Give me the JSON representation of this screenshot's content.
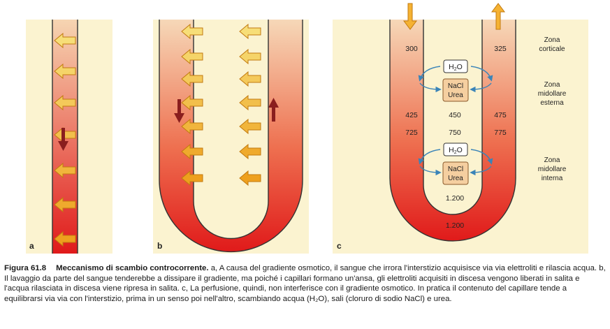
{
  "colors": {
    "panel_bg": "#fbf3d0",
    "vessel_top": "#f6d5b2",
    "vessel_bottom": "#e01a1a",
    "arrow_fill": "#f5b232",
    "arrow_stroke": "#c27a10",
    "flow_arrow": "#8a1e1e",
    "recirc_arrow": "#3a84b8"
  },
  "panels": {
    "a": {
      "label": "a"
    },
    "b": {
      "label": "b"
    },
    "c": {
      "label": "c",
      "zones": [
        {
          "line1": "Zona",
          "line2": "corticale",
          "line3": ""
        },
        {
          "line1": "Zona",
          "line2": "midollare",
          "line3": "esterna"
        },
        {
          "line1": "Zona",
          "line2": "midollare",
          "line3": "interna"
        }
      ],
      "values": {
        "top_left": "300",
        "top_right": "325",
        "mid_left": "425",
        "mid_center": "450",
        "mid_right": "475",
        "low_left": "725",
        "low_center": "750",
        "low_right": "775",
        "loop_inner": "1.200",
        "loop_outer": "1.200"
      },
      "boxes": {
        "water_prefix": "H",
        "water_sub": "2",
        "water_suffix": "O",
        "solute_line1": "NaCl",
        "solute_line2": "Urea"
      }
    }
  },
  "caption": {
    "figure_number": "Figura 61.8",
    "title": "Meccanismo di scambio controcorrente.",
    "text": " a, A causa del gradiente osmotico, il sangue che irrora l'interstizio acquisisce via via elettroliti e rilascia acqua. b, Il lavaggio da parte del sangue tenderebbe a dissipare il gradiente, ma poiché i capillari formano un'ansa, gli elettroliti acquisiti in discesa vengono liberati in salita e l'acqua rilasciata in discesa viene ripresa in salita. c, La perfusione, quindi, non interferisce con il gradiente osmotico. In pratica il contenuto del capillare tende a equilibrarsi via via con l'interstizio, prima in un senso poi nell'altro, scambiando acqua (H₂O), sali (cloruro di sodio NaCl) e urea."
  }
}
